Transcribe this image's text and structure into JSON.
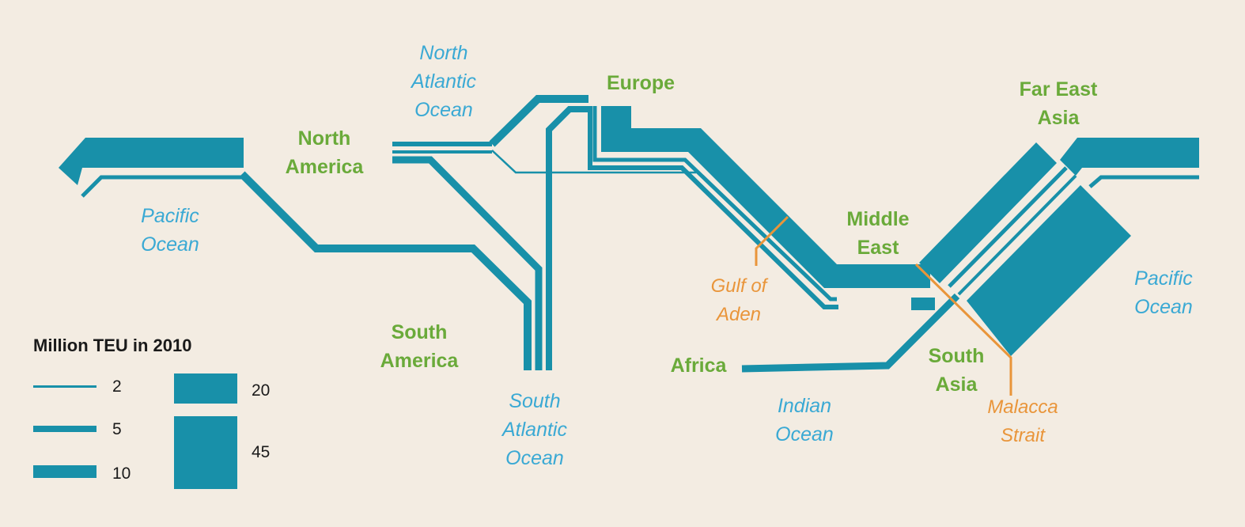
{
  "legend": {
    "title": "Million TEU in 2010",
    "items": [
      {
        "value": 2,
        "label": "2"
      },
      {
        "value": 5,
        "label": "5"
      },
      {
        "value": 10,
        "label": "10"
      },
      {
        "value": 20,
        "label": "20"
      },
      {
        "value": 45,
        "label": "45"
      }
    ]
  },
  "regions": {
    "north_america": "North\nAmerica",
    "europe": "Europe",
    "far_east_asia": "Far East\nAsia",
    "middle_east": "Middle\nEast",
    "south_america": "South\nAmerica",
    "africa": "Africa",
    "south_asia": "South\nAsia"
  },
  "oceans": {
    "north_atlantic": "North\nAtlantic\nOcean",
    "pacific_west": "Pacific\nOcean",
    "pacific_east": "Pacific\nOcean",
    "south_atlantic": "South\nAtlantic\nOcean",
    "indian": "Indian\nOcean"
  },
  "straits": {
    "gulf_of_aden": "Gulf of\nAden",
    "malacca": "Malacca\nStrait"
  },
  "colors": {
    "route": "#1890a9",
    "region": "#6aaa3a",
    "ocean": "#3aa9d4",
    "strait": "#e9953a",
    "background": "#f3ece2"
  }
}
